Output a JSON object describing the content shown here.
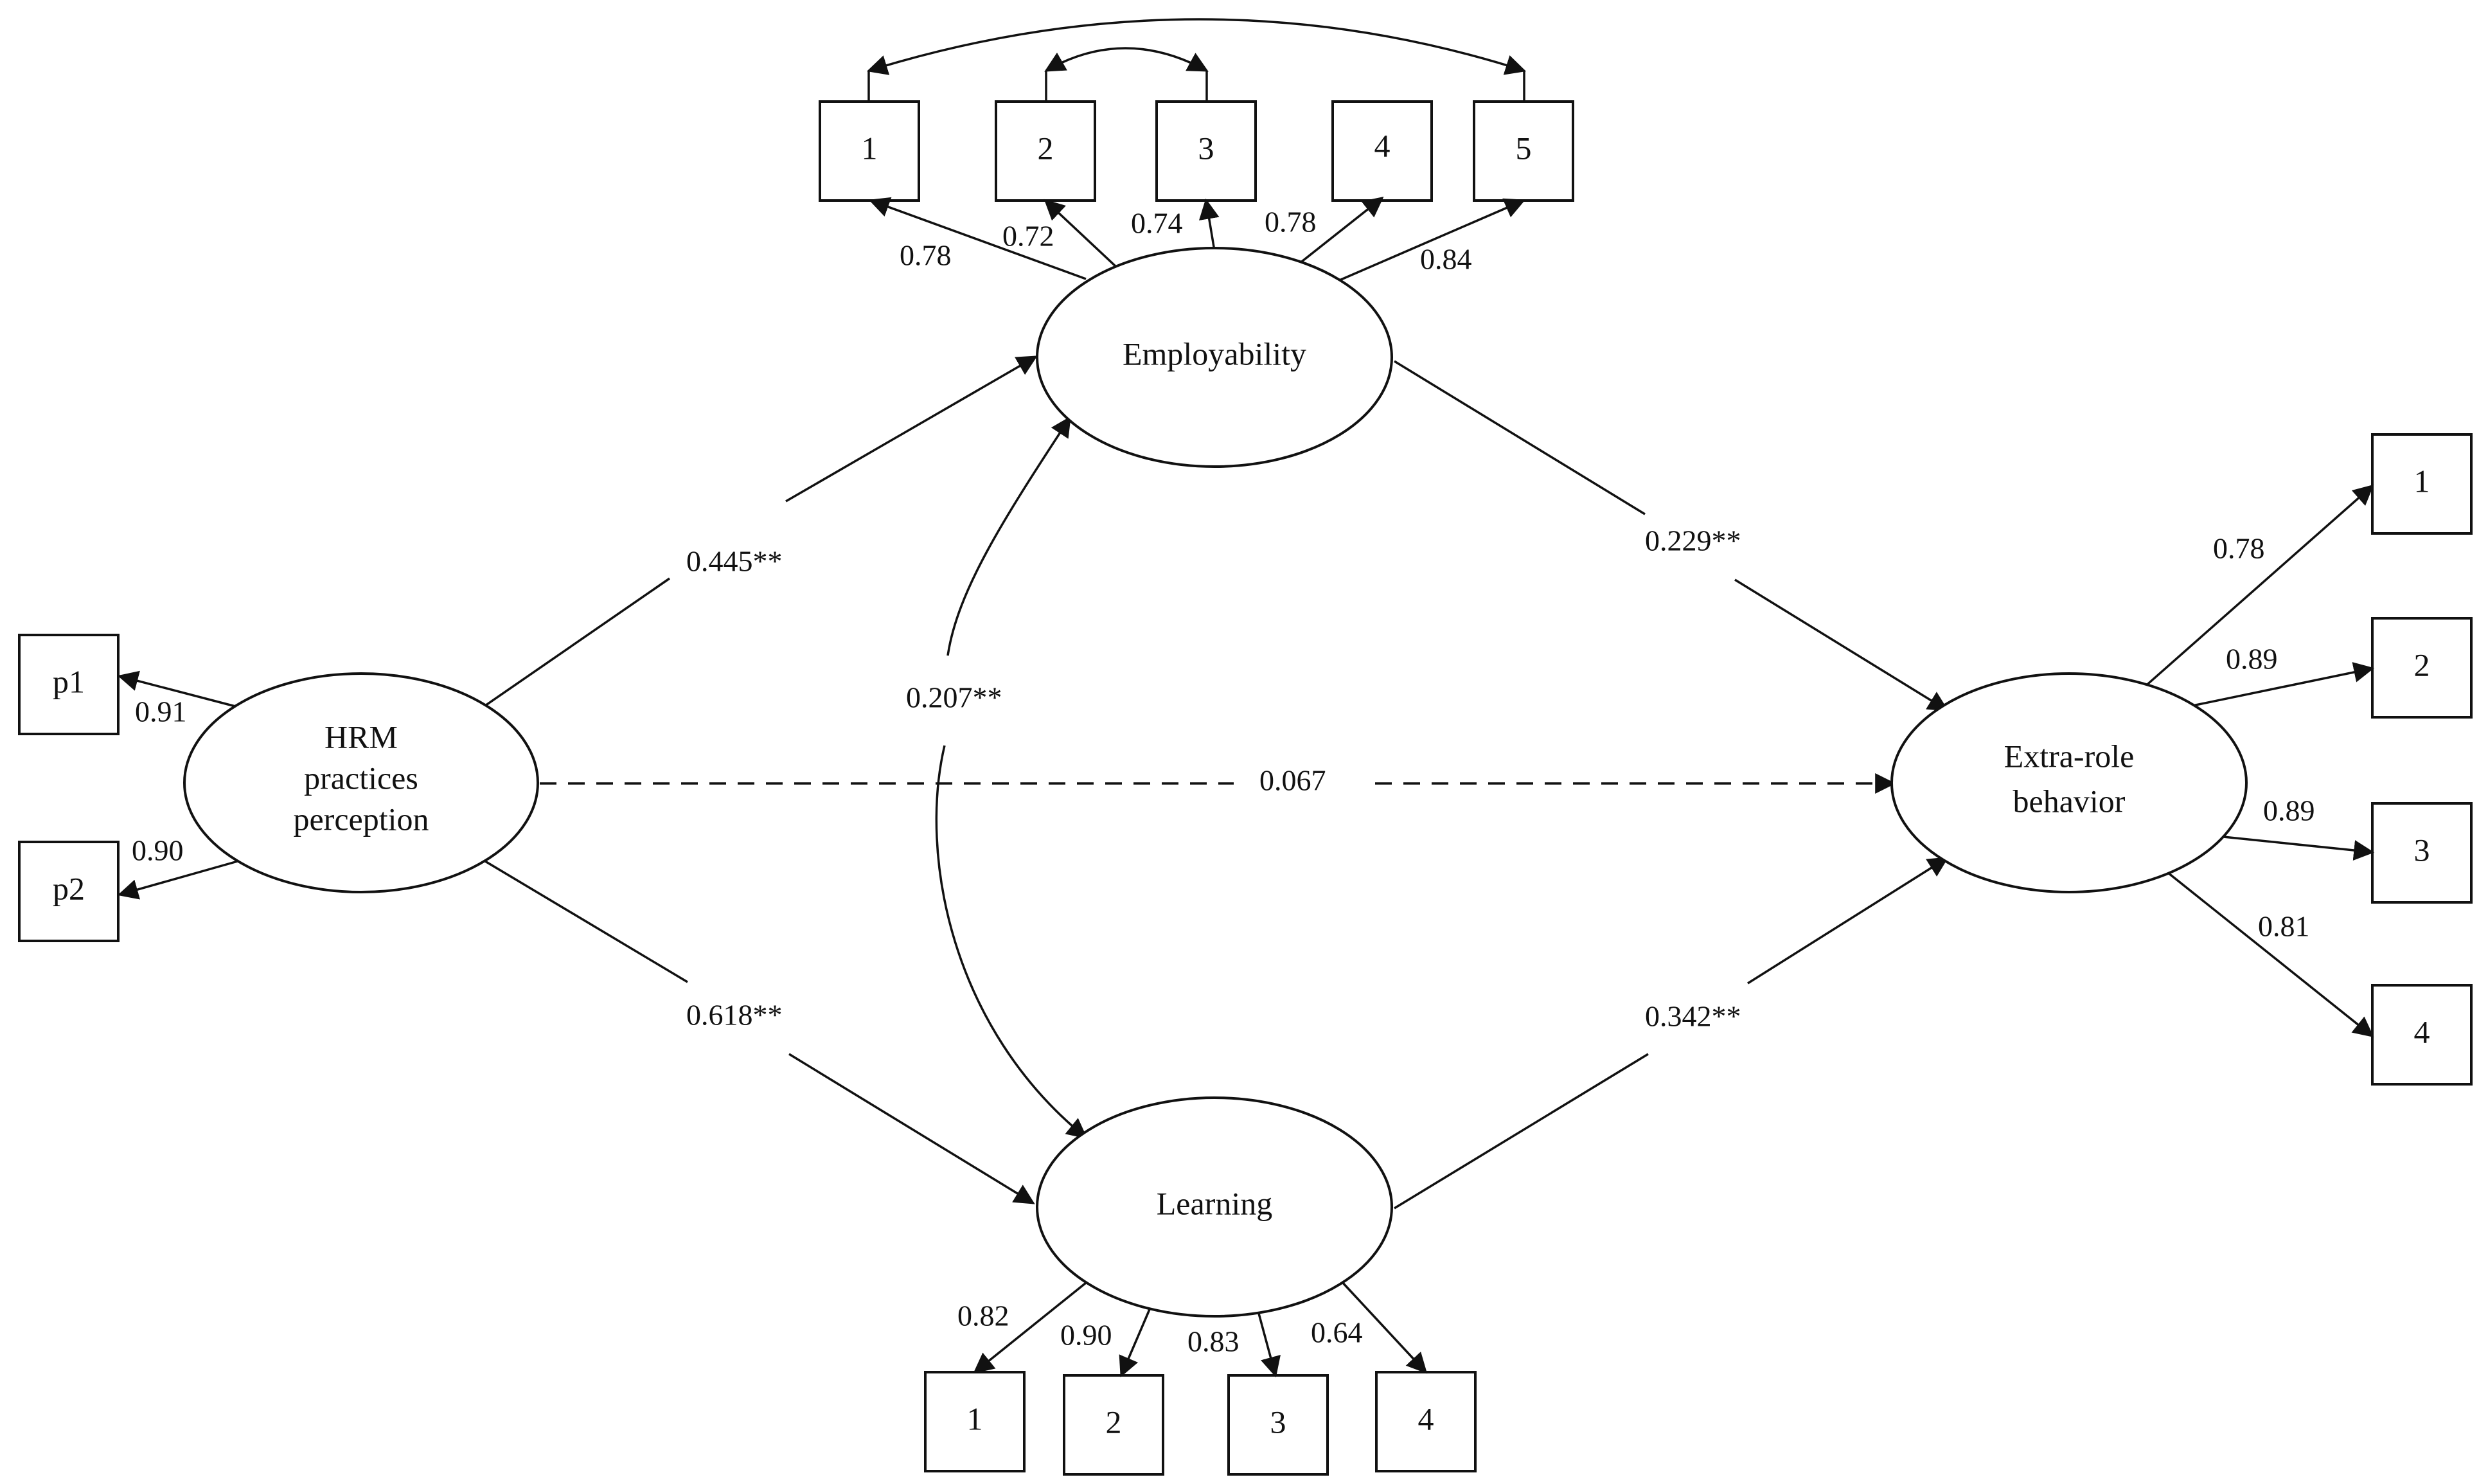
{
  "latent": {
    "hrm": {
      "line1": "HRM",
      "line2": "practices",
      "line3": "perception"
    },
    "employability": "Employability",
    "learning": "Learning",
    "extra": {
      "line1": "Extra-role",
      "line2": "behavior"
    }
  },
  "indicators": {
    "hrm": [
      "p1",
      "p2"
    ],
    "employability": [
      "1",
      "2",
      "3",
      "4",
      "5"
    ],
    "learning": [
      "1",
      "2",
      "3",
      "4"
    ],
    "extra": [
      "1",
      "2",
      "3",
      "4"
    ]
  },
  "loadings": {
    "hrm": [
      "0.91",
      "0.90"
    ],
    "employability": [
      "0.78",
      "0.72",
      "0.74",
      "0.78",
      "0.84"
    ],
    "learning": [
      "0.82",
      "0.90",
      "0.83",
      "0.64"
    ],
    "extra": [
      "0.78",
      "0.89",
      "0.89",
      "0.81"
    ]
  },
  "paths": {
    "hrm_to_employability": "0.445**",
    "hrm_to_learning": "0.618**",
    "hrm_to_extra": "0.067",
    "employability_to_extra": "0.229**",
    "learning_to_extra": "0.342**",
    "employability_learning_cov": "0.207**"
  }
}
